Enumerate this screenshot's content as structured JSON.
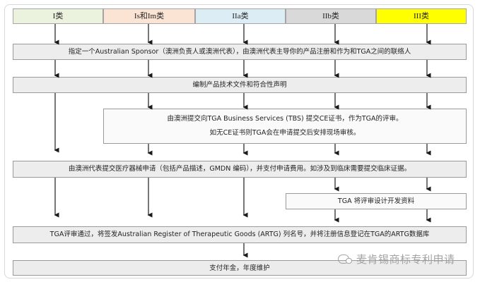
{
  "classes": [
    {
      "label": "I类",
      "color": "#ebf3df"
    },
    {
      "label": "Is和Im类",
      "color": "#fbe4d4"
    },
    {
      "label": "IIa类",
      "color": "#dcedf5"
    },
    {
      "label": "IIb类",
      "color": "#d9d9d9"
    },
    {
      "label": "III类",
      "color": "#ffff00"
    }
  ],
  "steps": {
    "sponsor": "指定一个Australian Sponsor（澳洲负责人或澳洲代表），由澳洲代表主导你的产品注册和作为和TGA之间的联络人",
    "techfile": "编制产品技术文件和符合性声明",
    "tbs_line1": "由澳洲提交向TGA Business Services (TBS) 提交CE证书，作为TGA的评审。",
    "tbs_line2": "如无CE证书则TGA会在申请提交后安排现场审核。",
    "apply": "由澳洲代表提交医疗器械申请（包括产品描述，GMDN 编码），并支付申请费用。如涉及到临床需要提交临床证据。",
    "design_review": "TGA 将评审设计开发资料",
    "artg": "TGA评审通过，将签发Australian Register of Therapeutic Goods (ARTG) 列名号，并将注册信息登记在TGA的ARTG数据库",
    "annual": "支付年金，年度维护"
  },
  "watermark": "麦肯锡商标专利申请"
}
